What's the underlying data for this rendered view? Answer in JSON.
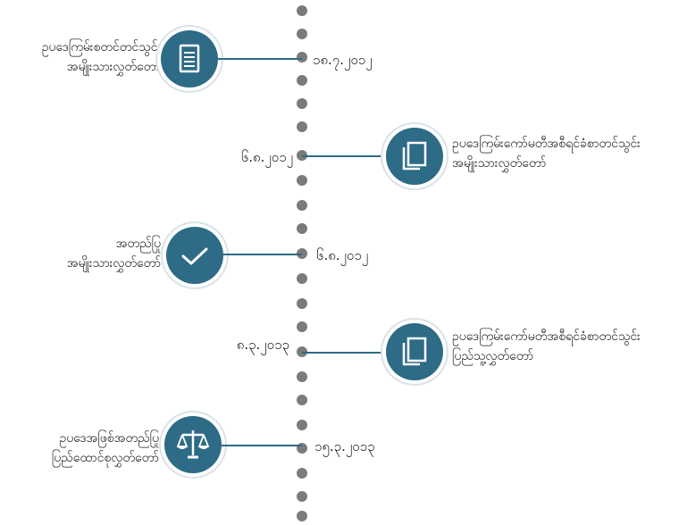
{
  "events": [
    {
      "line1": "ဥပဒေကြမ်းစတင်တင်သွင်း",
      "line2": "အမျိုးသားလွှတ်တော်",
      "date": "၁၈.၇.၂၀၁၂",
      "icon": "document-icon"
    },
    {
      "line1": "ဥပဒေကြမ်းကော်မတီအစီရင်ခံစာတင်သွင်း",
      "line2": "အမျိုးသားလွှတ်တော်",
      "date": "၆.၈.၂၀၁၂",
      "icon": "copy-document-icon"
    },
    {
      "line1": "အတည်ပြု",
      "line2": "အမျိုးသားလွှတ်တော်",
      "date": "၆.၈.၂၀၁၂",
      "icon": "checkmark-icon"
    },
    {
      "line1": "ဥပဒေကြမ်းကော်မတီအစီရင်ခံစာတင်သွင်း",
      "line2": "ပြည်သူ့လွှတ်တော်",
      "date": "၈.၃.၂၀၁၃",
      "icon": "copy-document-icon"
    },
    {
      "line1": "ဥပဒေအဖြစ်အတည်ပြု",
      "line2": "ပြည်ထောင်စုလွှတ်တော်",
      "date": "၁၅.၃.၂၀၁၃",
      "icon": "scales-icon"
    }
  ],
  "colors": {
    "accent": "#2d6b86",
    "dot": "#7b7b7b"
  }
}
